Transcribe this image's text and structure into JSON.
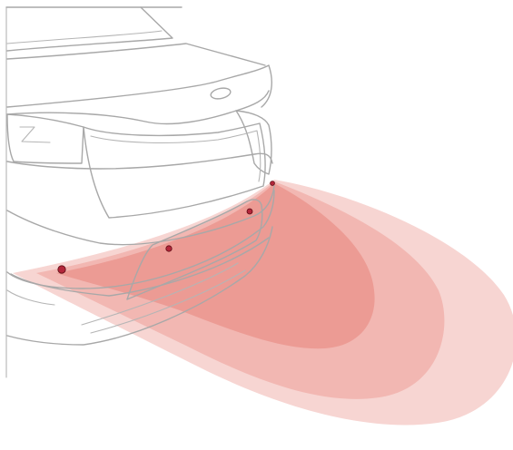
{
  "diagram": {
    "subject": "rear-parking-sensors",
    "colors": {
      "background": "#ffffff",
      "car_outline": "#a8a8a8",
      "zone_outer": "#f7d5d2",
      "zone_middle": "#f2b7b2",
      "zone_inner": "#ec9b94",
      "sensor_fill": "#b3263a",
      "sensor_stroke": "#5a0a12"
    },
    "sensors": [
      {
        "name": "sensor-outer-left"
      },
      {
        "name": "sensor-inner-left"
      },
      {
        "name": "sensor-inner-right"
      },
      {
        "name": "sensor-outer-right"
      }
    ],
    "detection_zones": [
      {
        "name": "far"
      },
      {
        "name": "middle"
      },
      {
        "name": "near"
      }
    ]
  }
}
